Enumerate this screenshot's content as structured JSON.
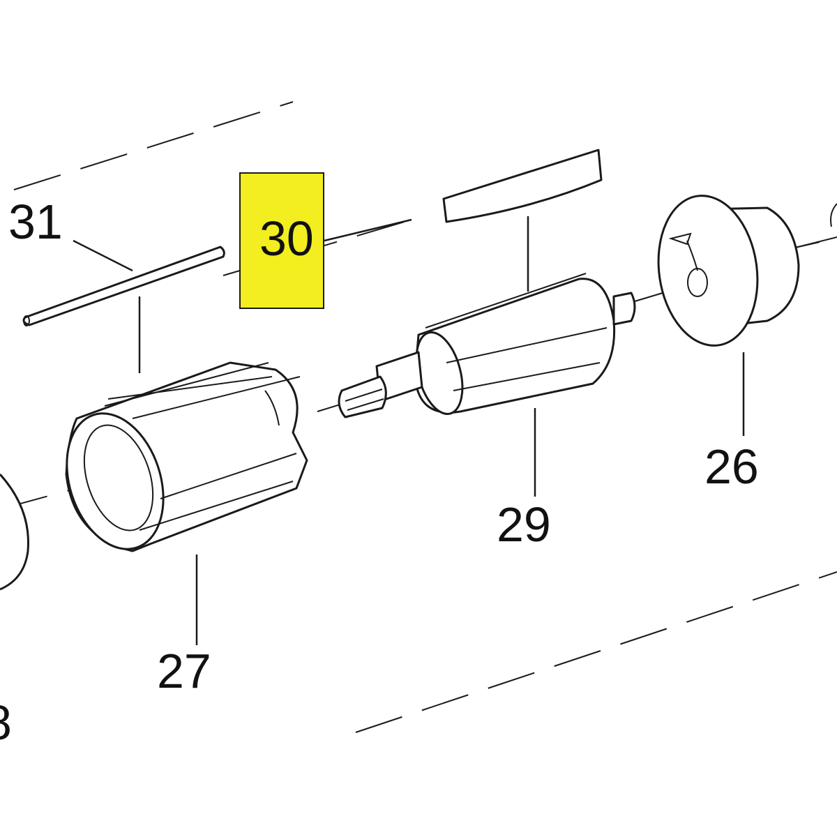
{
  "diagram": {
    "highlight_color": "#f2ee1f",
    "highlighted_part": "30",
    "callouts": [
      {
        "id": "31",
        "label": "31"
      },
      {
        "id": "30",
        "label": "30"
      },
      {
        "id": "29",
        "label": "29"
      },
      {
        "id": "27",
        "label": "27"
      },
      {
        "id": "26",
        "label": "26"
      }
    ],
    "partial_labels": [
      "8"
    ]
  }
}
